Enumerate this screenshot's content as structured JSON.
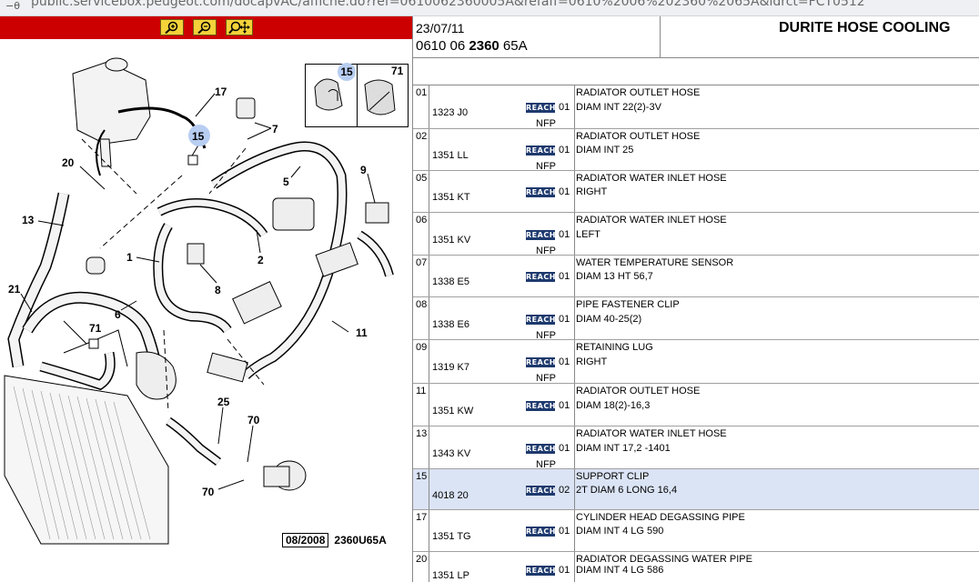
{
  "browser": {
    "tab_icon": "−θ",
    "url": "public.servicebox.peugeot.com/docapvAC/affiche.do?ref=0610062360005A&refaff=0610%2006%202360%2065A&idrct=FCT0512"
  },
  "toolbar": {
    "zoom_in_icon": "zoom-in-icon",
    "zoom_out_icon": "zoom-out-icon",
    "pan_icon": "zoom-move-icon",
    "accent": "#cc0000",
    "button_color": "#f4d23a"
  },
  "diagram": {
    "callouts": [
      "17",
      "15",
      "7",
      "20",
      "5",
      "9",
      "13",
      "1",
      "2",
      "8",
      "21",
      "6",
      "71",
      "11",
      "25",
      "70",
      "70"
    ],
    "ref_box": {
      "left_label": "15",
      "right_label": "71"
    },
    "stamp_date": "08/2008",
    "stamp_code": "2360U65A"
  },
  "header": {
    "date": "23/07/11",
    "ref_prefix": "0610 06 ",
    "ref_bold": "2360",
    "ref_suffix": " 65A",
    "title": "DURITE HOSE COOLING"
  },
  "parts": [
    {
      "num": "01",
      "ref": "1323 J0",
      "badge": "REACH",
      "qty": "01",
      "nfp": "NFP",
      "desc1": "RADIATOR OUTLET HOSE",
      "desc2": "DIAM INT 22(2)-3V",
      "selected": false
    },
    {
      "num": "02",
      "ref": "1351 LL",
      "badge": "REACH",
      "qty": "01",
      "nfp": "NFP",
      "desc1": "RADIATOR OUTLET HOSE",
      "desc2": "DIAM INT 25",
      "selected": false
    },
    {
      "num": "05",
      "ref": "1351 KT",
      "badge": "REACH",
      "qty": "01",
      "nfp": "",
      "desc1": "RADIATOR WATER INLET HOSE",
      "desc2": "RIGHT",
      "selected": false
    },
    {
      "num": "06",
      "ref": "1351 KV",
      "badge": "REACH",
      "qty": "01",
      "nfp": "NFP",
      "desc1": "RADIATOR WATER INLET HOSE",
      "desc2": "LEFT",
      "selected": false
    },
    {
      "num": "07",
      "ref": "1338 E5",
      "badge": "REACH",
      "qty": "01",
      "nfp": "",
      "desc1": "WATER TEMPERATURE SENSOR",
      "desc2": "DIAM 13 HT 56,7",
      "selected": false
    },
    {
      "num": "08",
      "ref": "1338 E6",
      "badge": "REACH",
      "qty": "01",
      "nfp": "NFP",
      "desc1": "PIPE FASTENER CLIP",
      "desc2": "DIAM 40-25(2)",
      "selected": false
    },
    {
      "num": "09",
      "ref": "1319 K7",
      "badge": "REACH",
      "qty": "01",
      "nfp": "NFP",
      "desc1": "RETAINING LUG",
      "desc2": "RIGHT",
      "selected": false
    },
    {
      "num": "11",
      "ref": "1351 KW",
      "badge": "REACH",
      "qty": "01",
      "nfp": "",
      "desc1": "RADIATOR OUTLET HOSE",
      "desc2": "DIAM 18(2)-16,3",
      "selected": false
    },
    {
      "num": "13",
      "ref": "1343 KV",
      "badge": "REACH",
      "qty": "01",
      "nfp": "NFP",
      "desc1": "RADIATOR WATER INLET HOSE",
      "desc2": "DIAM INT 17,2 -1401",
      "selected": false
    },
    {
      "num": "15",
      "ref": "4018 20",
      "badge": "REACH",
      "qty": "02",
      "nfp": "",
      "desc1": "SUPPORT CLIP",
      "desc2": "2T DIAM 6 LONG 16,4",
      "selected": true
    },
    {
      "num": "17",
      "ref": "1351 TG",
      "badge": "REACH",
      "qty": "01",
      "nfp": "",
      "desc1": "CYLINDER HEAD DEGASSING PIPE",
      "desc2": "DIAM INT 4 LG 590",
      "selected": false
    },
    {
      "num": "20",
      "ref": "1351 LP",
      "badge": "REACH",
      "qty": "01",
      "nfp": "",
      "desc1": "RADIATOR DEGASSING WATER PIPE",
      "desc2": "DIAM INT 4 LG 586",
      "selected": false
    }
  ]
}
